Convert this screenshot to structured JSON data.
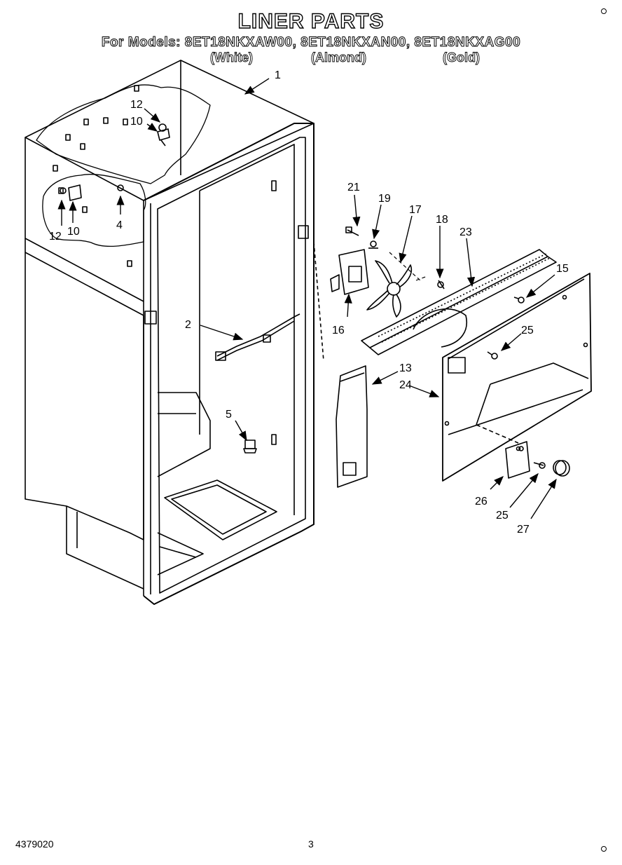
{
  "header": {
    "title": "LINER PARTS",
    "models": "For Models: 8ET18NKXAW00, 8ET18NKXAN00, 8ET18NKXAG00",
    "colors": [
      "(White)",
      "(Almond)",
      "(Gold)"
    ]
  },
  "callouts": [
    "1",
    "2",
    "4",
    "5",
    "10",
    "10",
    "12",
    "12",
    "13",
    "15",
    "16",
    "17",
    "18",
    "19",
    "21",
    "23",
    "24",
    "25",
    "25",
    "26",
    "27"
  ],
  "footer": {
    "part_number": "4379020",
    "page_number": "3"
  }
}
